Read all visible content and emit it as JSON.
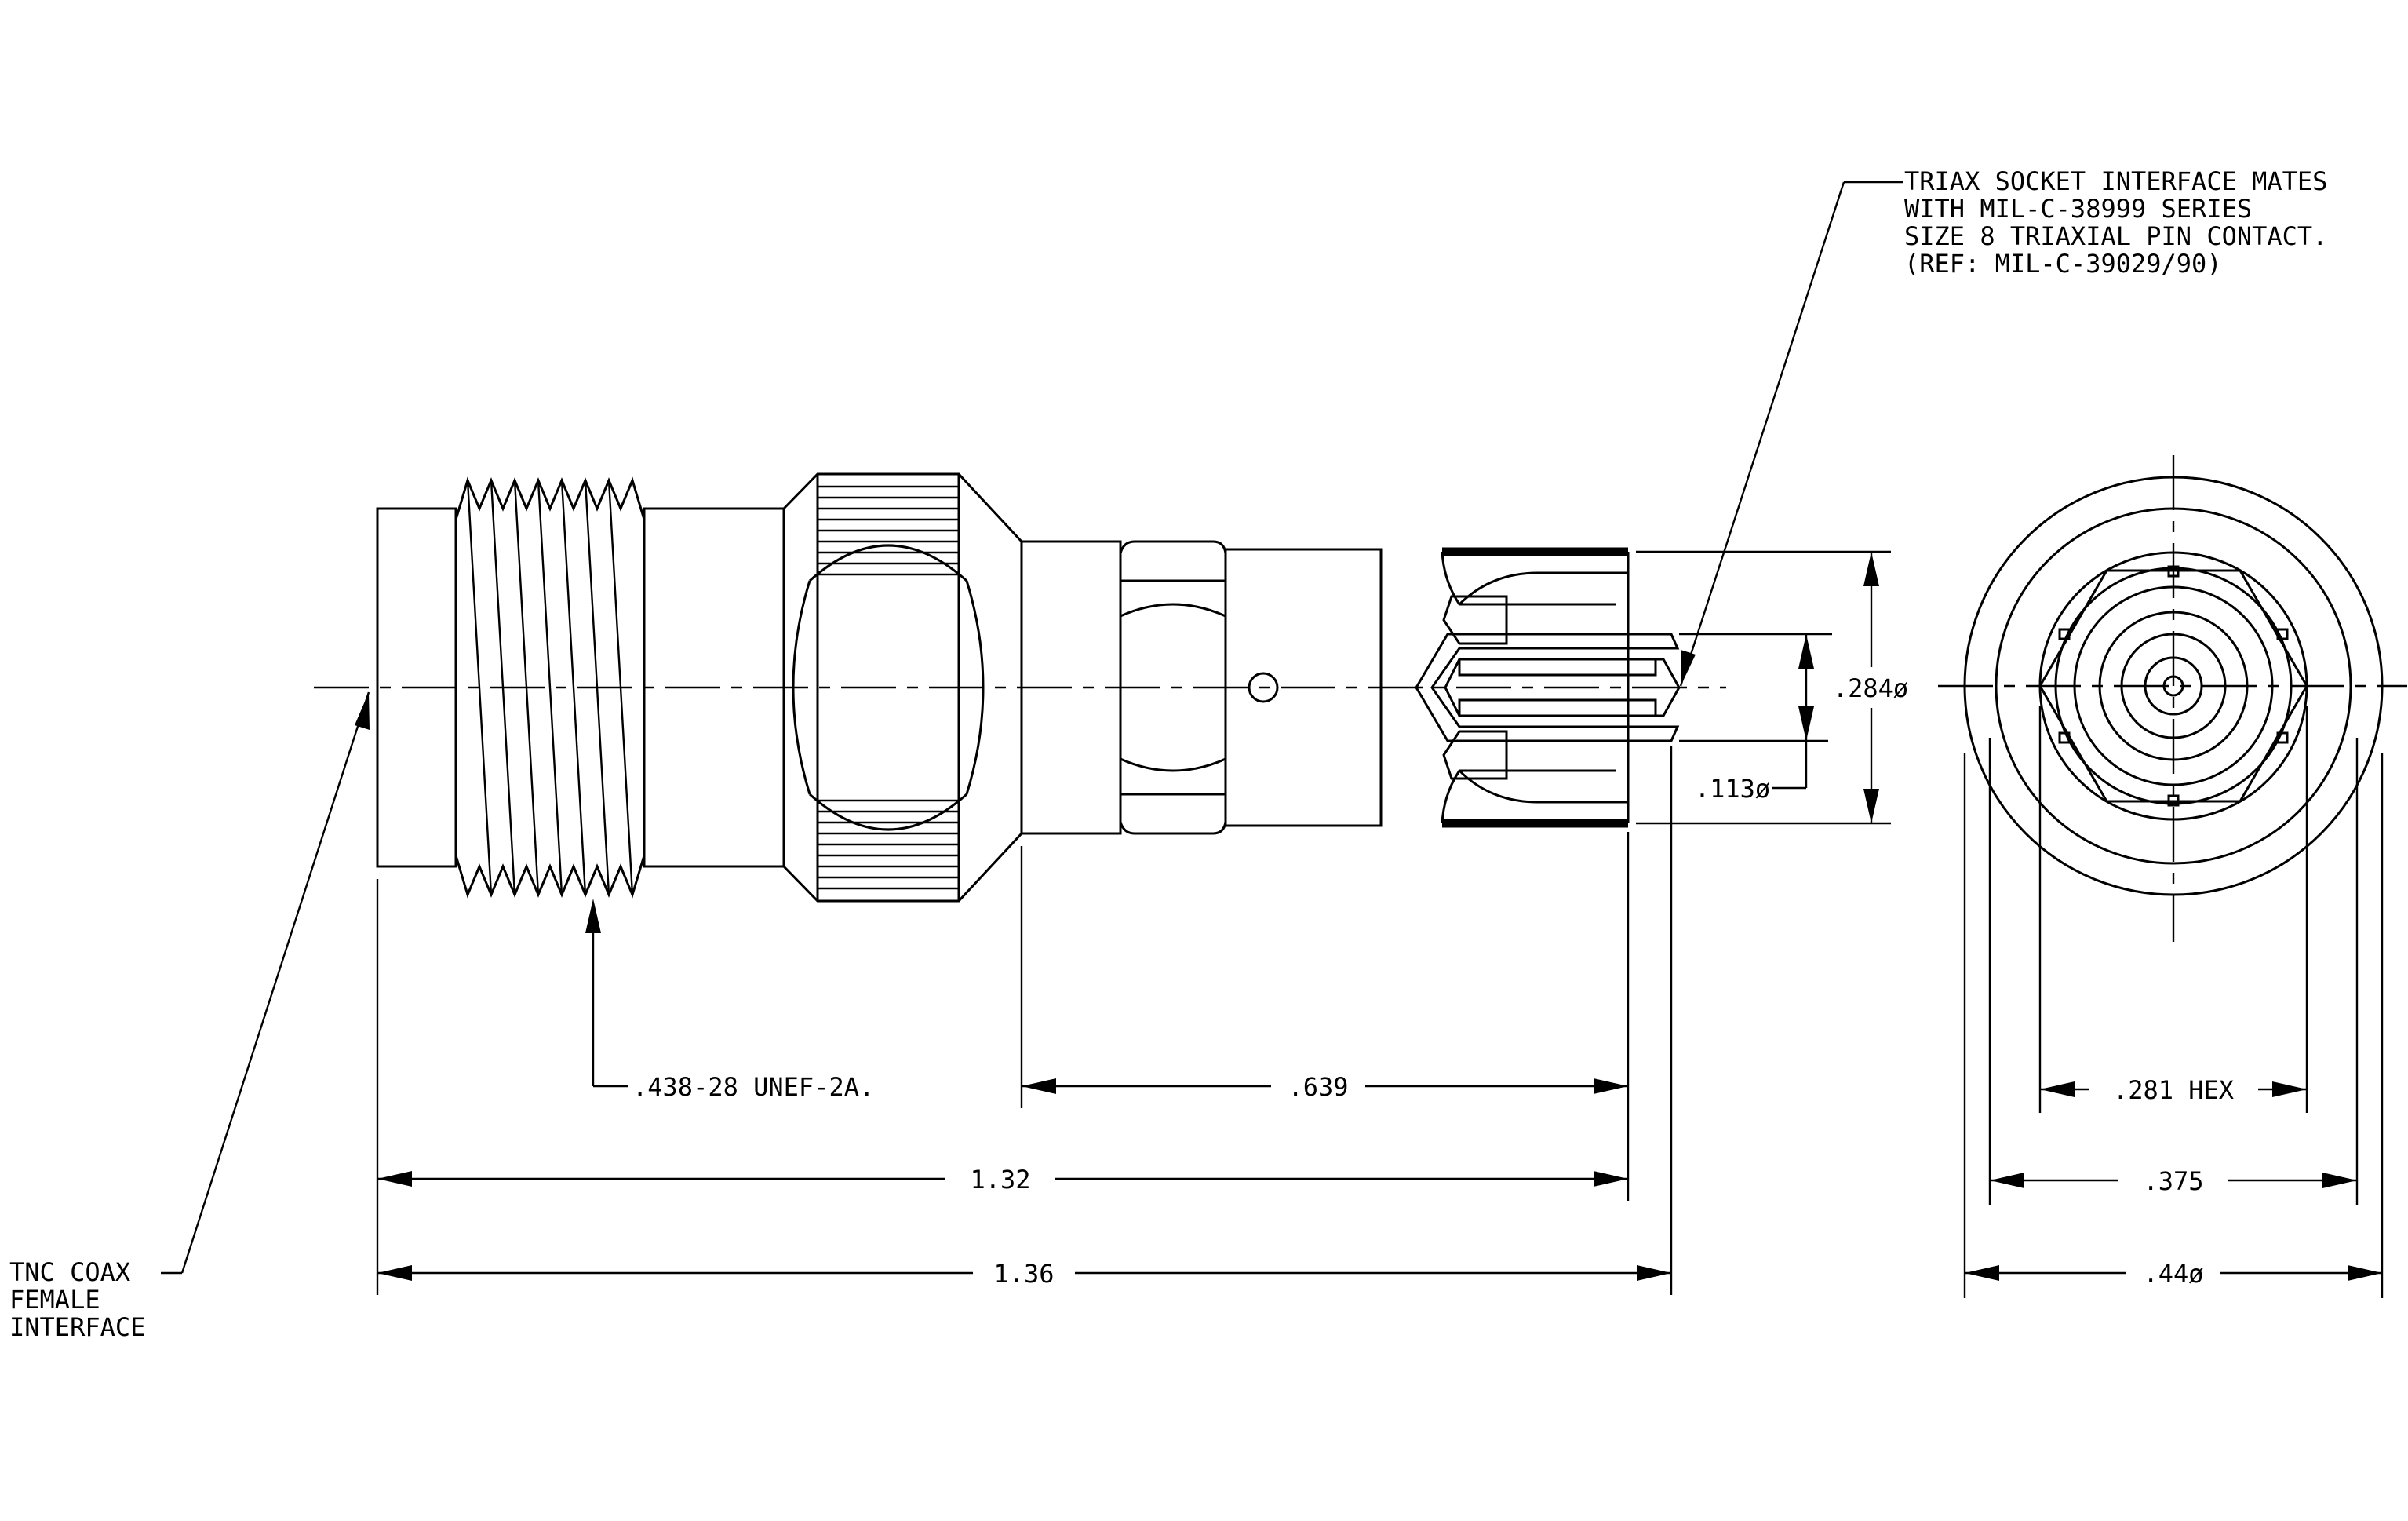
{
  "notes": {
    "triax": [
      "TRIAX SOCKET INTERFACE MATES",
      "WITH MIL-C-38999 SERIES",
      "SIZE 8 TRIAXIAL PIN CONTACT.",
      "(REF: MIL-C-39029/90)"
    ],
    "tnc": [
      "TNC COAX",
      "FEMALE",
      "INTERFACE"
    ],
    "thread": ".438-28 UNEF-2A."
  },
  "dimensions": {
    "d_639": ".639",
    "d_132": "1.32",
    "d_136": "1.36",
    "d_284": ".284ø",
    "d_113": ".113ø",
    "d_281": ".281 HEX",
    "d_375": ".375",
    "d_440": ".44ø"
  }
}
